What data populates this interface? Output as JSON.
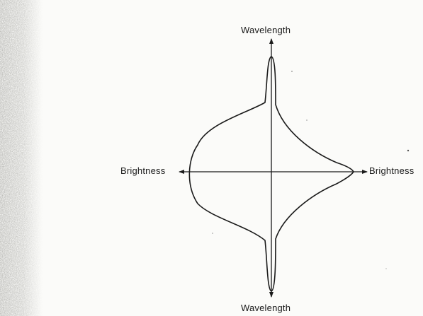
{
  "diagram": {
    "labels": {
      "top": "Wavelength",
      "bottom": "Wavelength",
      "left": "Brightness",
      "right": "Brightness"
    },
    "colors": {
      "ink": "#1a1a1a",
      "paper": "#fbfbf9",
      "edge_shadow": "#b8b8b0"
    }
  }
}
